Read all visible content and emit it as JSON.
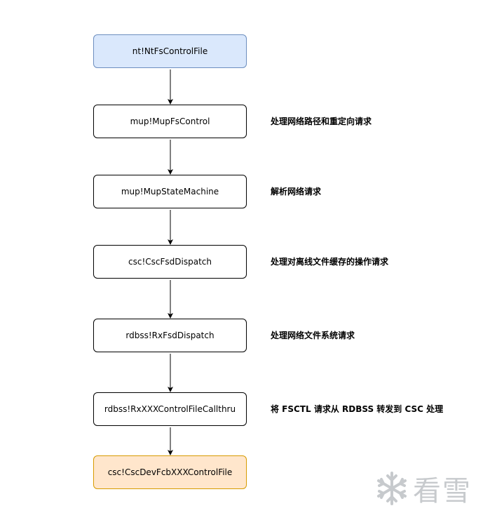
{
  "nodes": [
    "nt!NtFsControlFile",
    "mup!MupFsControl",
    "mup!MupStateMachine",
    "csc!CscFsdDispatch",
    "rdbss!RxFsdDispatch",
    "rdbss!RxXXXControlFileCallthru",
    "csc!CscDevFcbXXXControlFile"
  ],
  "notes": [
    "处理网络路径和重定向请求",
    "解析网络请求",
    "处理对离线文件缓存的操作请求",
    "处理网络文件系统请求",
    "将 FSCTL 请求从 RDBSS 转发到 CSC 处理"
  ],
  "watermark": {
    "icon": "snowflake-icon",
    "text": "看雪"
  },
  "colors": {
    "start_fill": "#dae8fc",
    "start_border": "#6c8ebf",
    "end_fill": "#ffe6cc",
    "end_border": "#d79b00"
  }
}
